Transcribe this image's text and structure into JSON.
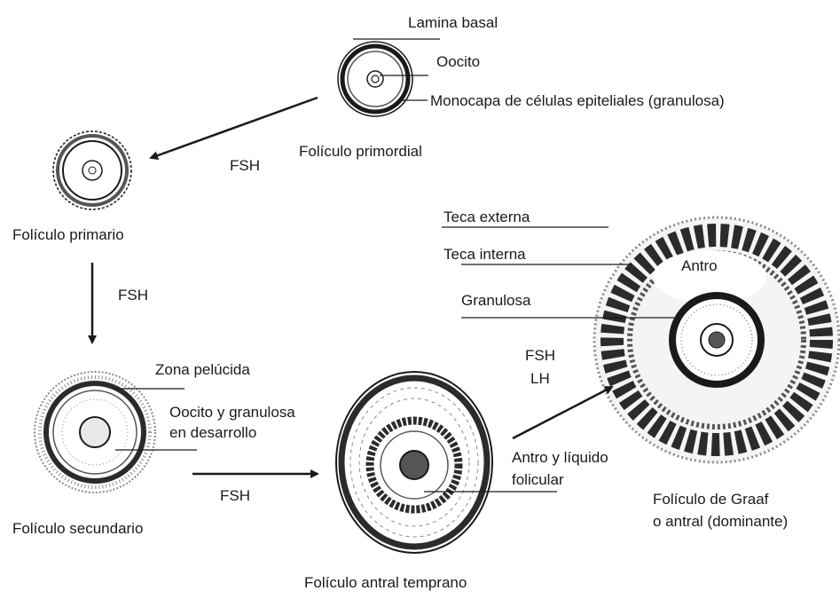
{
  "stages": {
    "primordial": "Folículo primordial",
    "primario": "Folículo primario",
    "secundario": "Folículo secundario",
    "antral_temprano": "Folículo antral temprano",
    "graaf_line1": "Folículo de Graaf",
    "graaf_line2": "o antral (dominante)"
  },
  "labels": {
    "lamina_basal": "Lamina basal",
    "oocito": "Oocito",
    "monocapa": "Monocapa de células epiteliales (granulosa)",
    "zona_pelucida": "Zona pelúcida",
    "oocito_granulosa_1": "Oocito  y granulosa",
    "oocito_granulosa_2": "en desarrollo",
    "antro_liquido_1": "Antro y líquido",
    "antro_liquido_2": "folicular",
    "teca_externa": "Teca externa",
    "teca_interna": "Teca interna",
    "antro": "Antro",
    "granulosa": "Granulosa"
  },
  "hormones": {
    "fsh_1": "FSH",
    "fsh_2": "FSH",
    "fsh_3": "FSH",
    "fsh_4": "FSH",
    "lh": "LH"
  },
  "colors": {
    "ink": "#1a1a1a",
    "dark": "#2b2b2b",
    "mid": "#555555",
    "light": "#8a8a8a"
  }
}
